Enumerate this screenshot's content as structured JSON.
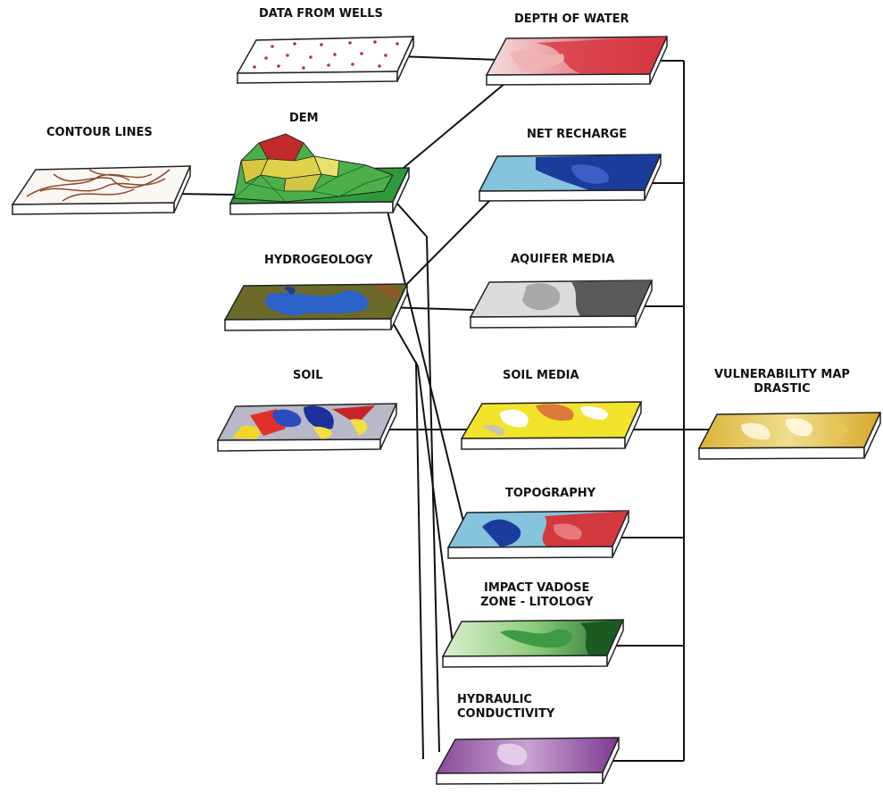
{
  "labels": {
    "wells": "DATA FROM WELLS",
    "depth": "DEPTH OF WATER",
    "contour": "CONTOUR LINES",
    "dem": "DEM",
    "recharge": "NET RECHARGE",
    "hydrogeology": "HYDROGEOLOGY",
    "aquifer": "AQUIFER MEDIA",
    "soil": "SOIL",
    "soil_media": "SOIL MEDIA",
    "vuln_line1": "VULNERABILITY MAP",
    "vuln_line2": "DRASTIC",
    "topography": "TOPOGRAPHY",
    "vadose_line1": "IMPACT VADOSE",
    "vadose_line2": "ZONE - LITOLOGY",
    "hydraulic_line1": "HYDRAULIC",
    "hydraulic_line2": "CONDUCTIVITY"
  },
  "colors": {
    "line": "#111111",
    "slab_side": "#ffffff",
    "slab_edge": "#222222",
    "wells_dot": "#c0303a",
    "contour_line": "#8a4a2a"
  }
}
